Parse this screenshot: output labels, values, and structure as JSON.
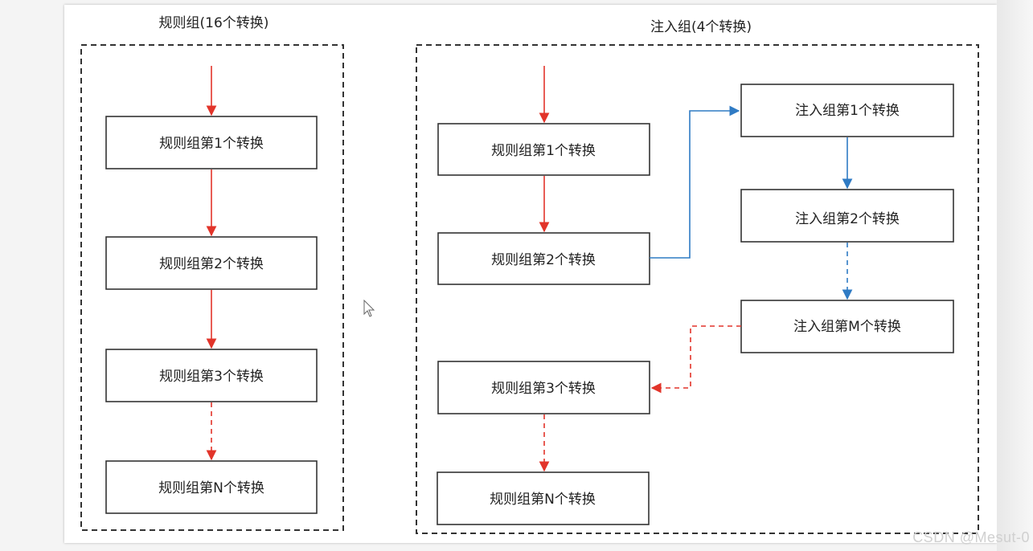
{
  "left_group": {
    "title": "规则组(16个转换)",
    "nodes": [
      "规则组第1个转换",
      "规则组第2个转换",
      "规则组第3个转换",
      "规则组第N个转换"
    ]
  },
  "right_group": {
    "title": "注入组(4个转换)",
    "regular_nodes": [
      "规则组第1个转换",
      "规则组第2个转换",
      "规则组第3个转换",
      "规则组第N个转换"
    ],
    "injected_nodes": [
      "注入组第1个转换",
      "注入组第2个转换",
      "注入组第M个转换"
    ]
  },
  "colors": {
    "regular_arrow": "#e2342a",
    "injected_arrow": "#2f7bc4",
    "border": "#333333"
  },
  "watermark": "CSDN @Mesut-0",
  "icons": {
    "cursor": "mouse-pointer-icon"
  }
}
